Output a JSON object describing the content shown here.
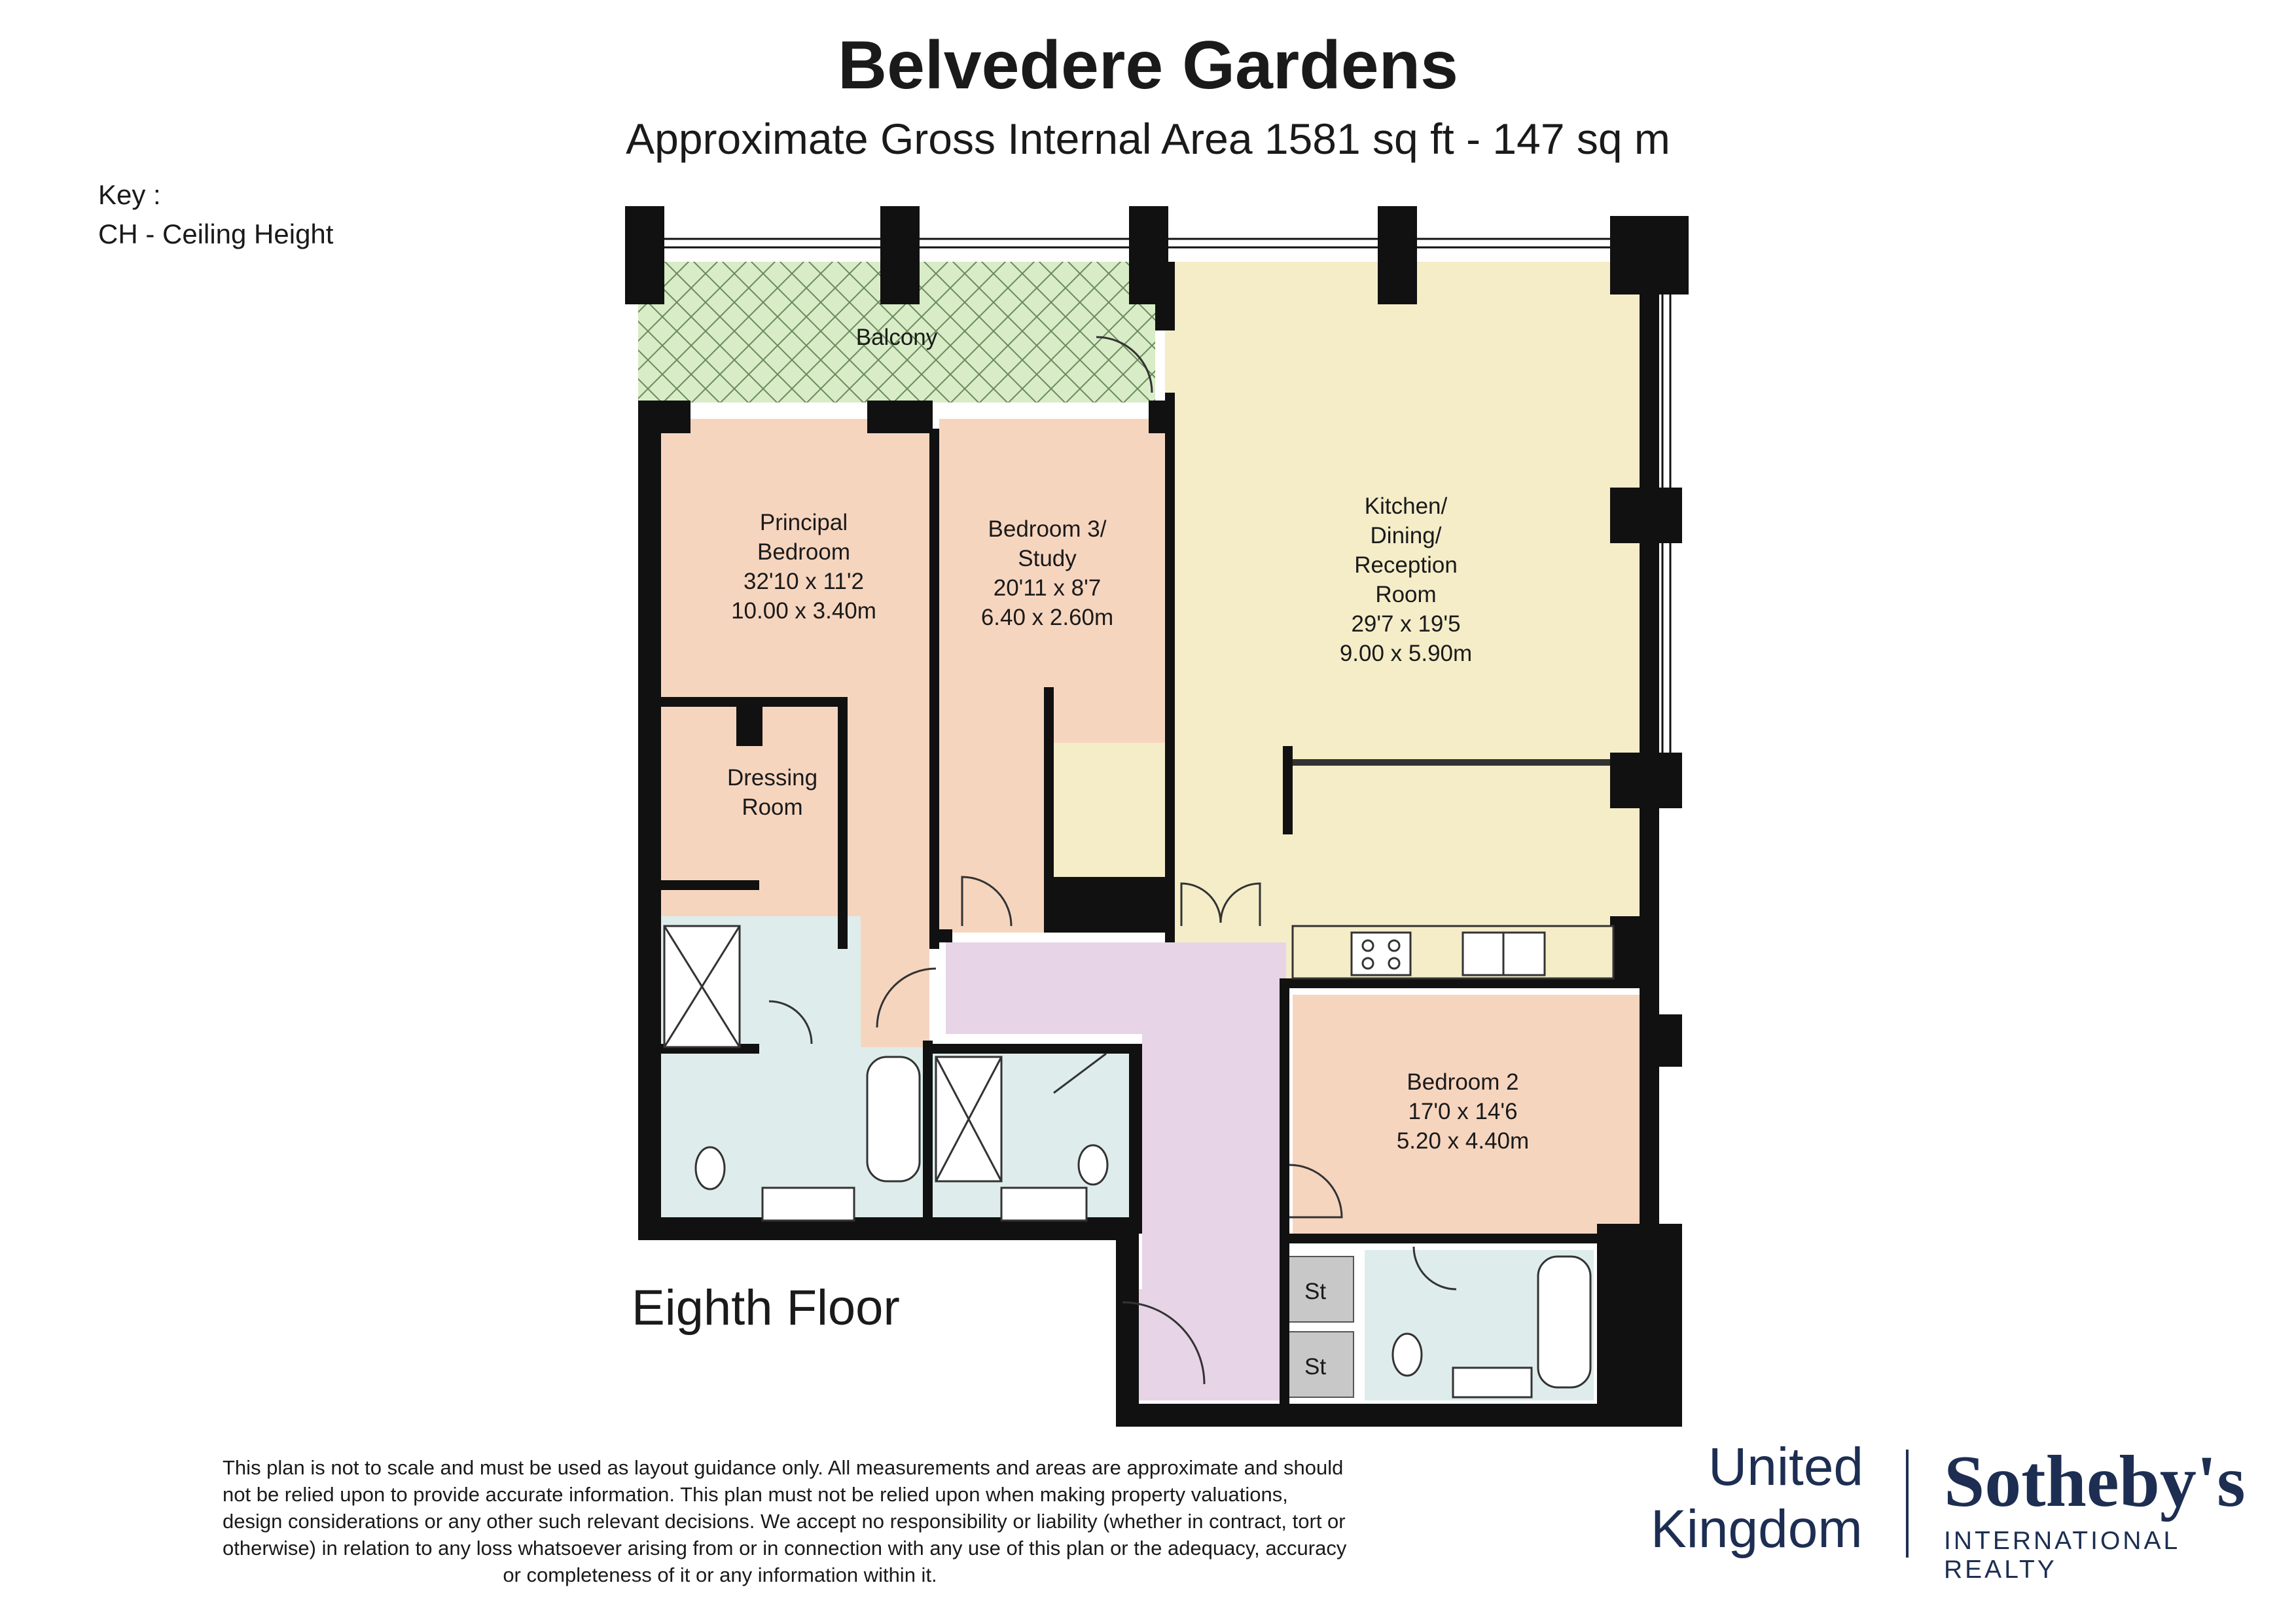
{
  "header": {
    "title": "Belvedere Gardens",
    "subtitle": "Approximate Gross Internal Area 1581 sq ft - 147 sq m"
  },
  "key": {
    "title": "Key :",
    "items": [
      "CH - Ceiling Height"
    ]
  },
  "floor_label": "Eighth Floor",
  "rooms": {
    "balcony": {
      "name": "Balcony"
    },
    "principal_bedroom": {
      "name_line1": "Principal",
      "name_line2": "Bedroom",
      "imperial": "32'10 x 11'2",
      "metric": "10.00 x 3.40m"
    },
    "bedroom3": {
      "name_line1": "Bedroom 3/",
      "name_line2": "Study",
      "imperial": "20'11 x 8'7",
      "metric": "6.40 x 2.60m"
    },
    "kitchen": {
      "name_line1": "Kitchen/",
      "name_line2": "Dining/",
      "name_line3": "Reception",
      "name_line4": "Room",
      "imperial": "29'7 x 19'5",
      "metric": "9.00 x 5.90m"
    },
    "dressing": {
      "name_line1": "Dressing",
      "name_line2": "Room"
    },
    "bedroom2": {
      "name": "Bedroom 2",
      "imperial": "17'0 x 14'6",
      "metric": "5.20 x 4.40m"
    },
    "store1": {
      "name": "St"
    },
    "store2": {
      "name": "St"
    }
  },
  "colors": {
    "wall": "#111111",
    "bedroom": "#f6d5bf",
    "living": "#f4edc8",
    "bathroom": "#deecec",
    "hallway": "#e7d4e6",
    "balcony": "#d8ecc7",
    "store": "#c8c8c8",
    "brand": "#1d2e52"
  },
  "disclaimer": [
    "This plan is not to scale and must be used as layout guidance only. All measurements and areas are approximate and should",
    "not be relied upon to provide accurate information. This plan must not be relied upon when making property valuations,",
    "design considerations or any other such relevant decisions. We accept no responsibility or liability (whether in contract, tort or",
    "otherwise) in relation to any loss whatsoever arising from or in connection with any use of this plan or the adequacy, accuracy",
    "or completeness of it or any information within it."
  ],
  "logo": {
    "line1": "United",
    "line2": "Kingdom",
    "brand": "Sotheby's",
    "sub": "INTERNATIONAL REALTY"
  }
}
